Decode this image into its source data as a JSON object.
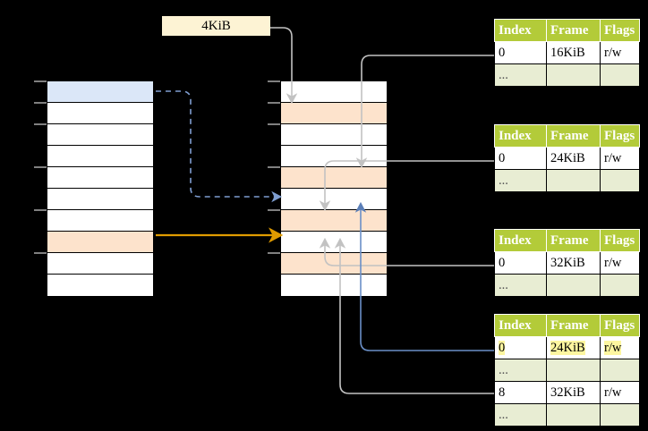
{
  "diagram": {
    "title": "page-table-walk-diagram",
    "label_box": {
      "text": "4KiB"
    },
    "colors": {
      "blue_row": "#dbe7f8",
      "peach_row": "#fde3cc",
      "table_header": "#b3cb39",
      "table_alt_row": "#e8edd3",
      "highlight": "#fdf6a0",
      "blue_arrow": "#6a8fc7",
      "orange_arrow": "#e09b00",
      "gray_arrow": "#c8c8c8"
    },
    "left_column": {
      "name": "virtual-address-space",
      "rows": [
        {
          "fill": "blue"
        },
        {
          "fill": "white"
        },
        {
          "fill": "white"
        },
        {
          "fill": "white"
        },
        {
          "fill": "white"
        },
        {
          "fill": "white"
        },
        {
          "fill": "white"
        },
        {
          "fill": "peach"
        },
        {
          "fill": "white"
        },
        {
          "fill": "white"
        }
      ]
    },
    "middle_column": {
      "name": "physical-memory",
      "rows": [
        {
          "fill": "white"
        },
        {
          "fill": "peach"
        },
        {
          "fill": "white"
        },
        {
          "fill": "white"
        },
        {
          "fill": "peach"
        },
        {
          "fill": "white"
        },
        {
          "fill": "peach"
        },
        {
          "fill": "white"
        },
        {
          "fill": "peach"
        },
        {
          "fill": "white"
        }
      ]
    },
    "tables": [
      {
        "name": "page-table-level-1",
        "headers": [
          "Index",
          "Frame",
          "Flags"
        ],
        "rows": [
          {
            "cells": [
              "0",
              "16KiB",
              "r/w"
            ],
            "alt": false,
            "highlight": false
          },
          {
            "cells": [
              "...",
              "",
              ""
            ],
            "alt": true,
            "highlight": false
          }
        ]
      },
      {
        "name": "page-table-level-2",
        "headers": [
          "Index",
          "Frame",
          "Flags"
        ],
        "rows": [
          {
            "cells": [
              "0",
              "24KiB",
              "r/w"
            ],
            "alt": false,
            "highlight": false
          },
          {
            "cells": [
              "...",
              "",
              ""
            ],
            "alt": true,
            "highlight": false
          }
        ]
      },
      {
        "name": "page-table-level-3",
        "headers": [
          "Index",
          "Frame",
          "Flags"
        ],
        "rows": [
          {
            "cells": [
              "0",
              "32KiB",
              "r/w"
            ],
            "alt": false,
            "highlight": false
          },
          {
            "cells": [
              "...",
              "",
              ""
            ],
            "alt": true,
            "highlight": false
          }
        ]
      },
      {
        "name": "page-table-level-4",
        "headers": [
          "Index",
          "Frame",
          "Flags"
        ],
        "rows": [
          {
            "cells": [
              "0",
              "24KiB",
              "r/w"
            ],
            "alt": false,
            "highlight": true
          },
          {
            "cells": [
              "...",
              "",
              ""
            ],
            "alt": true,
            "highlight": false
          },
          {
            "cells": [
              "8",
              "32KiB",
              "r/w"
            ],
            "alt": false,
            "highlight": false
          },
          {
            "cells": [
              "...",
              "",
              ""
            ],
            "alt": true,
            "highlight": false
          }
        ]
      }
    ]
  }
}
